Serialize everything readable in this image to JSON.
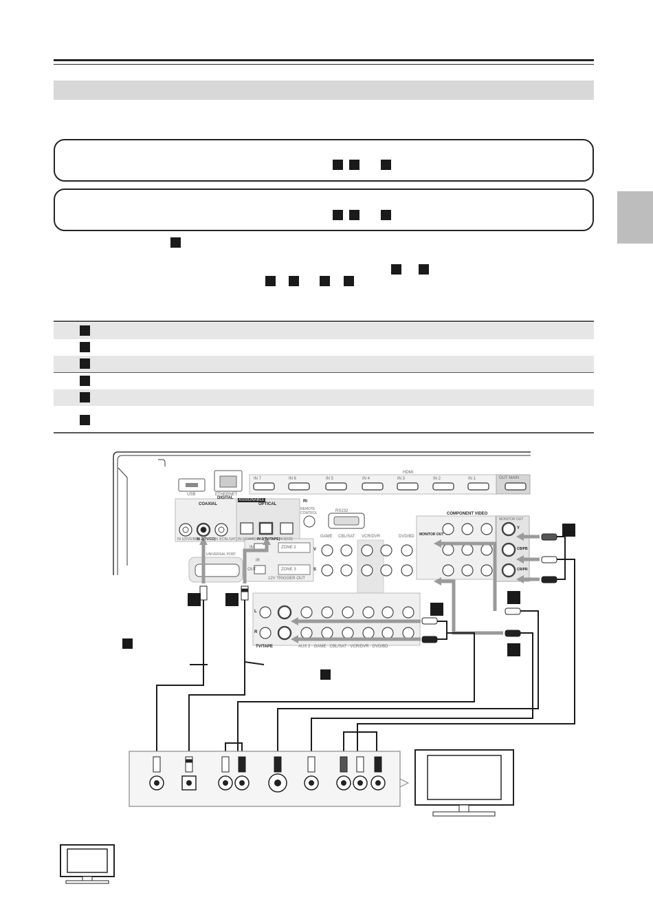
{
  "panel": {
    "usb": "USB",
    "ethernet": "ETHERNET",
    "digital": "DIGITAL",
    "coaxial": "COAXIAL",
    "optical": "OPTICAL",
    "assignable": "ASSIGNABLE",
    "ri": "RI",
    "remote_control": "REMOTE CONTROL",
    "rs232": "RS232",
    "hdmi": "HDMI",
    "hdmi_out": "OUT MAIN",
    "hdmi_inputs": [
      "IN 7",
      "IN 6",
      "IN 5",
      "IN 4",
      "IN 3",
      "IN 2",
      "IN 1"
    ],
    "coax_inputs": [
      "IN 1(DVD/BD)",
      "IN 2(TV/CD)",
      "IN 3(CBL/SAT)"
    ],
    "optical_inputs": [
      "IN 1(GAME)",
      "IN 2(TV/TAPE)",
      "IN 3(CD)"
    ],
    "universal_port": "UNIVERSAL PORT",
    "zone2": "ZONE 2",
    "zone3": "ZONE 3",
    "ir": "IR",
    "in": "IN",
    "out": "OUT",
    "trigger_out": "12V TRIGGER OUT",
    "video_groups": [
      "GAME",
      "CBL/SAT",
      "VCR/DVR",
      "DVD/BD"
    ],
    "v": "V",
    "s": "S",
    "monitor_out": "MONITOR OUT",
    "component_video": "COMPONENT VIDEO",
    "component_monitor_out": "MONITOR OUT",
    "y": "Y",
    "pb": "CB/PB",
    "pr": "CR/PR",
    "tv_tape": "TV/TAPE",
    "audio_groups": "AUX 2 · GAME · CBL/SAT · VCR/DVR · DVD/BD",
    "l": "L",
    "r": "R"
  },
  "colors": {
    "section_bar": "#d8d8d8",
    "side_tab": "#bdbdbd",
    "table_shade": "#e6e6e6",
    "marker": "#1a1a1a"
  }
}
